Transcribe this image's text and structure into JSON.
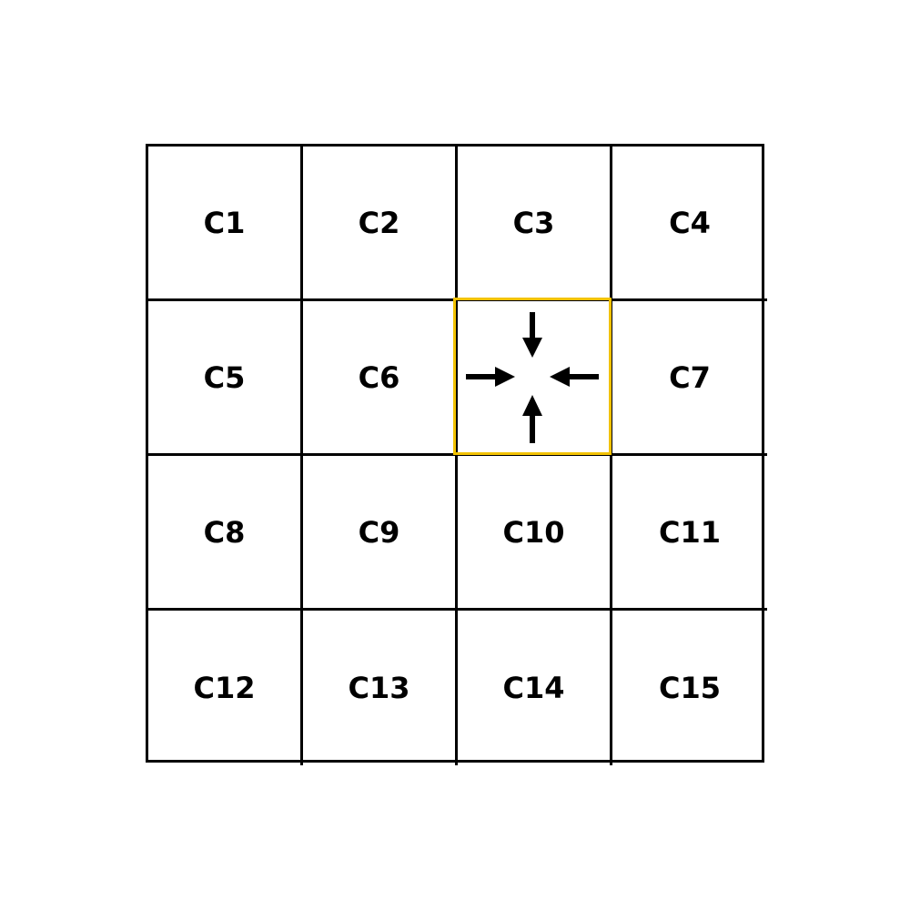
{
  "grid": {
    "cells": [
      {
        "label": "C1"
      },
      {
        "label": "C2"
      },
      {
        "label": "C3"
      },
      {
        "label": "C4"
      },
      {
        "label": "C5"
      },
      {
        "label": "C6"
      },
      {
        "label": "",
        "highlighted": true,
        "icon": "converge-arrows-icon"
      },
      {
        "label": "C7"
      },
      {
        "label": "C8"
      },
      {
        "label": "C9"
      },
      {
        "label": "C10"
      },
      {
        "label": "C11"
      },
      {
        "label": "C12"
      },
      {
        "label": "C13"
      },
      {
        "label": "C14"
      },
      {
        "label": "C15"
      }
    ],
    "colors": {
      "line": "#000000",
      "highlight": "#f2c200",
      "background": "#ffffff"
    }
  }
}
